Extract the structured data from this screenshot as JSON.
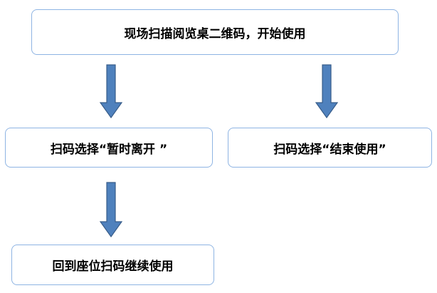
{
  "nodes": {
    "start": "现场扫描阅览桌二维码，开始使用",
    "pause": "扫码选择“暂时离开 ”",
    "end": "扫码选择“结束使用”",
    "return": "回到座位扫码继续使用"
  },
  "colors": {
    "node_border": "#8eb4e3",
    "arrow_fill": "#4f81bd",
    "arrow_stroke": "#385d8a"
  },
  "icons": {
    "arrow": "down-arrow-icon"
  }
}
